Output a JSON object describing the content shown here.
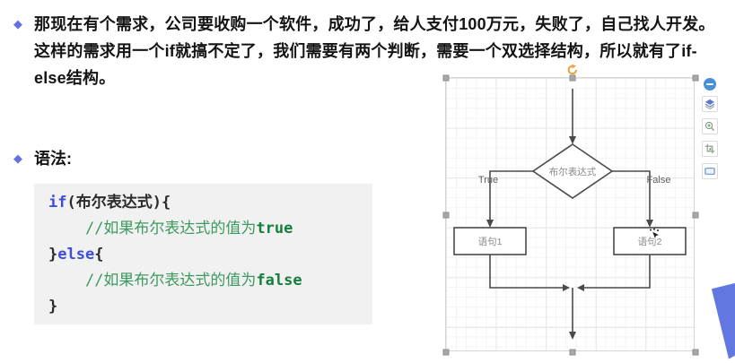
{
  "intro": {
    "bullet": "◆",
    "lines": [
      "那现在有个需求，公司要收购一个软件，成功了，给人支付100万元，失败了，自己找人开发。",
      "这样的需求用一个if就搞不定了，我们需要有两个判断，需要一个双选择结构，所以就有了if-",
      "else结构。"
    ]
  },
  "syntax_heading": {
    "bullet": "◆",
    "label": "语法:"
  },
  "code": {
    "lines": [
      [
        {
          "t": "if",
          "c": "kw"
        },
        {
          "t": "(布尔表达式){",
          "c": "pl"
        }
      ],
      [
        {
          "t": "    ",
          "c": "pl"
        },
        {
          "t": "//如果布尔表达式的值为",
          "c": "cm"
        },
        {
          "t": "true",
          "c": "cmb"
        }
      ],
      [
        {
          "t": "}",
          "c": "pl"
        },
        {
          "t": "else",
          "c": "kw"
        },
        {
          "t": "{",
          "c": "pl"
        }
      ],
      [
        {
          "t": "    ",
          "c": "pl"
        },
        {
          "t": "//如果布尔表达式的值为",
          "c": "cm"
        },
        {
          "t": "false",
          "c": "cmb"
        }
      ],
      [
        {
          "t": "}",
          "c": "pl"
        }
      ]
    ]
  },
  "flowchart": {
    "condition_label": "布尔表达式",
    "true_label": "True",
    "false_label": "False",
    "statement1_label": "语句1",
    "statement2_label": "语句2"
  },
  "side_toolbar": {
    "icons": [
      "collapse-minus",
      "layers",
      "zoom-in",
      "crop-image",
      "minimap"
    ]
  },
  "colors": {
    "accent_bullet": "#6571e3",
    "keyword_blue": "#3d4ed7",
    "comment_green": "#3d9960",
    "comment_bold_green": "#15803d",
    "diagram_stroke": "#4a4a4a",
    "corner_shape_blue": "#6377e0",
    "toolbar_circle_blue": "#4a90d9",
    "rotate_handle_orange": "#e8a33d"
  }
}
